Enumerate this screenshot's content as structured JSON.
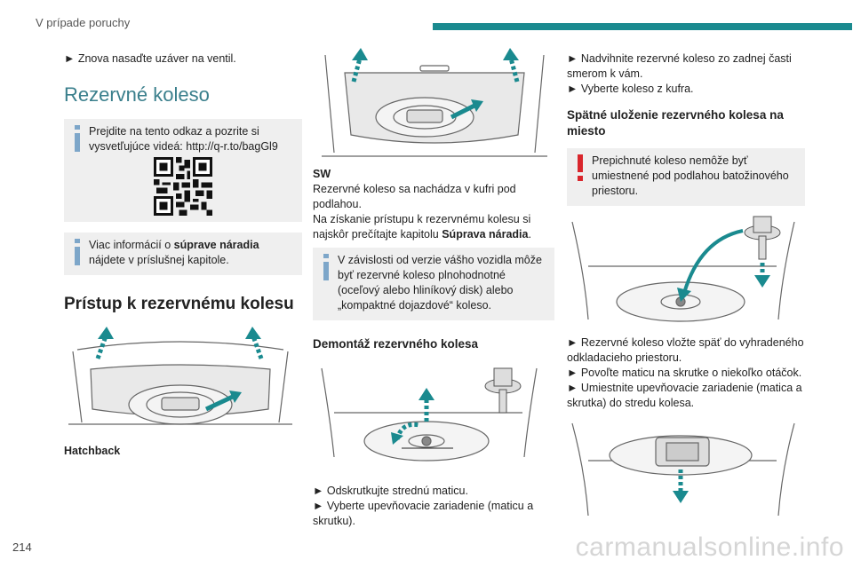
{
  "header": {
    "section_title": "V prípade poruchy",
    "accent_color": "#1a8a8f"
  },
  "page_number": "214",
  "watermark": "carmanualsonline.info",
  "col1": {
    "step_line": "► Znova nasaďte uzáver na ventil.",
    "heading_spare": "Rezervné koleso",
    "info1_text": "Prejdite na tento odkaz a pozrite si vysvetľujúce videá: http://q-r.to/bagGl9",
    "info2_prefix": "Viac informácií o ",
    "info2_bold": "súprave náradia",
    "info2_suffix": " nájdete v príslušnej kapitole.",
    "heading_access": "Prístup k rezervnému kolesu",
    "caption_hatchback": "Hatchback"
  },
  "col2": {
    "caption_sw": "SW",
    "sw_text": "Rezervné koleso sa nachádza v kufri pod podlahou.",
    "sw_text2_prefix": "Na získanie prístupu k rezervnému kolesu si najskôr prečítajte kapitolu ",
    "sw_text2_bold": "Súprava náradia",
    "sw_text2_suffix": ".",
    "info3_text": "V závislosti od verzie vášho vozidla môže byť rezervné koleso plnohodnotné (oceľový alebo hliníkový disk) alebo „kompaktné dojazdové“ koleso.",
    "heading_removal": "Demontáž rezervného kolesa",
    "step1": "► Odskrutkujte strednú maticu.",
    "step2": "► Vyberte upevňovacie zariadenie (maticu a skrutku)."
  },
  "col3": {
    "step1": "► Nadvihnite rezervné koleso zo zadnej časti smerom k vám.",
    "step2": "► Vyberte koleso z kufra.",
    "heading_back": "Spätné uloženie rezervného kolesa na miesto",
    "warning_text": "Prepichnuté koleso nemôže byť umiestnené pod podlahou batožinového priestoru.",
    "step3": "► Rezervné koleso vložte späť do vyhradeného odkladacieho priestoru.",
    "step4": "► Povoľte maticu na skrutke o niekoľko otáčok.",
    "step5": "► Umiestnite upevňovacie zariadenie (matica a skrutka) do stredu kolesa."
  }
}
